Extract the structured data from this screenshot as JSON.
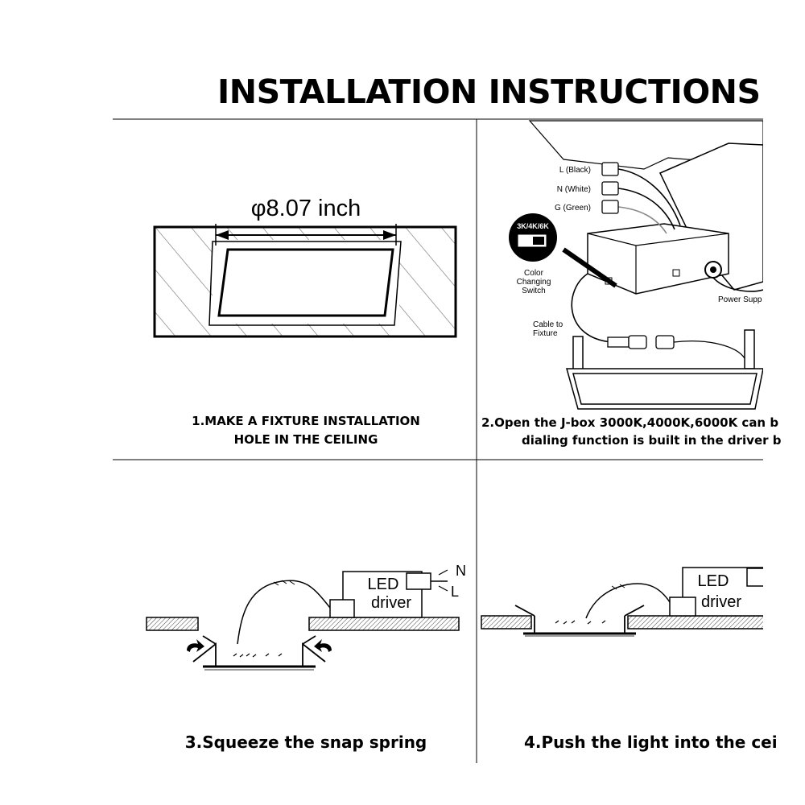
{
  "title": "INSTALLATION INSTRUCTIONS",
  "steps": [
    {
      "caption_line1": "1.MAKE A FIXTURE INSTALLATION",
      "caption_line2": "HOLE IN THE CEILING",
      "dimension": "φ8.07 inch"
    },
    {
      "caption_line1": "2.Open the J-box 3000K,4000K,6000K can b",
      "caption_line2": "dialing function is built in the driver b",
      "wire_l": "L (Black)",
      "wire_n": "N (White)",
      "wire_g": "G (Green)",
      "switch_label": "3K/4K/6K",
      "switch_desc_1": "Color",
      "switch_desc_2": "Changing",
      "switch_desc_3": "Switch",
      "power_label": "Power Supp",
      "cable_label_1": "Cable to",
      "cable_label_2": "Fixture"
    },
    {
      "caption": "3.Squeeze the snap spring",
      "driver_line1": "LED",
      "driver_line2": "driver",
      "n_label": "N",
      "l_label": "L"
    },
    {
      "caption": "4.Push the light into the cei",
      "driver_line1": "LED",
      "driver_line2": "driver"
    }
  ]
}
